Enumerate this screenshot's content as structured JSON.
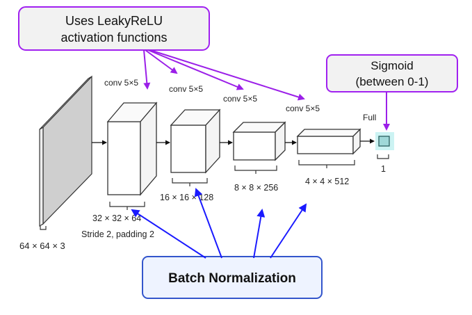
{
  "callouts": {
    "activation": {
      "line1": "Uses LeakyReLU",
      "line2": "activation functions"
    },
    "output": {
      "line1": "Sigmoid",
      "line2": "(between 0-1)"
    },
    "normalization": {
      "text": "Batch Normalization"
    }
  },
  "layers": [
    {
      "dims": "64 × 64 × 3"
    },
    {
      "conv": "conv 5×5",
      "dims": "32 × 32 × 64"
    },
    {
      "conv": "conv 5×5",
      "dims": "16 × 16 × 128"
    },
    {
      "conv": "conv 5×5",
      "dims": "8 × 8 × 256"
    },
    {
      "conv": "conv 5×5",
      "dims": "4 × 4 × 512"
    },
    {
      "conv": "Full",
      "dims": "1"
    }
  ],
  "stride_note": "Stride 2, padding 2",
  "colors": {
    "callout_border": "#a020f0",
    "callout_fill": "#f2f2f2",
    "purple_arrow": "#9b1fe8",
    "blue_arrow": "#1a1aff",
    "bn_border": "#3355cc",
    "bn_fill": "#eef3ff",
    "input_face": "#cfcfcf",
    "output_fill": "#9fd8d8"
  }
}
